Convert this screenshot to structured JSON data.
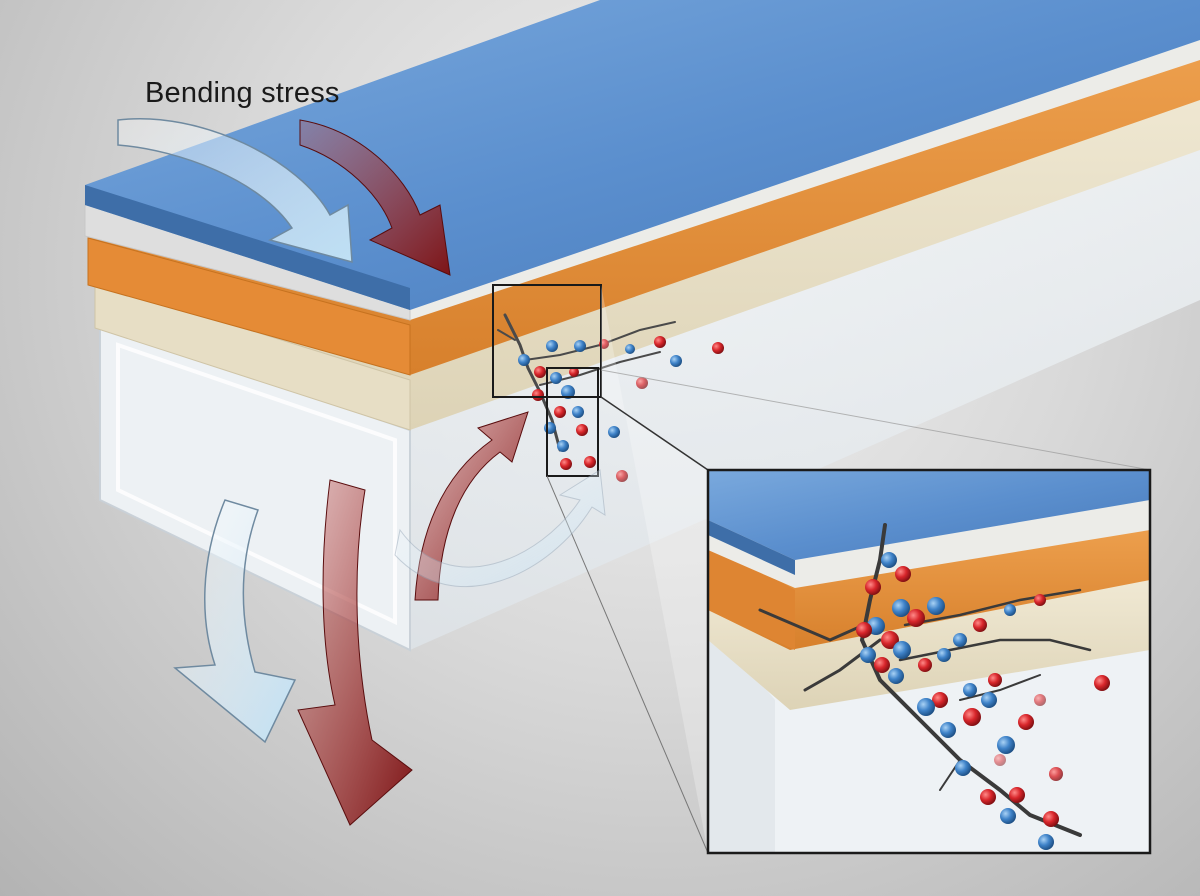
{
  "diagram": {
    "label": "Bending stress"
  },
  "colors": {
    "top_layer": "#5b8fce",
    "top_layer_dark": "#2f5f9a",
    "white_layer": "#e6e6e2",
    "orange_layer": "#e7913d",
    "cream_layer": "#ece4cd",
    "substrate": "#e9eef2",
    "arrow_red": "#8c1f20",
    "arrow_blue": "#cfe6f5",
    "ion_red": "#d8262b",
    "ion_blue": "#3f83c9"
  },
  "icons": {
    "ion_red": "red-ion-sphere",
    "ion_blue": "blue-ion-sphere",
    "crack": "crack-fracture"
  }
}
